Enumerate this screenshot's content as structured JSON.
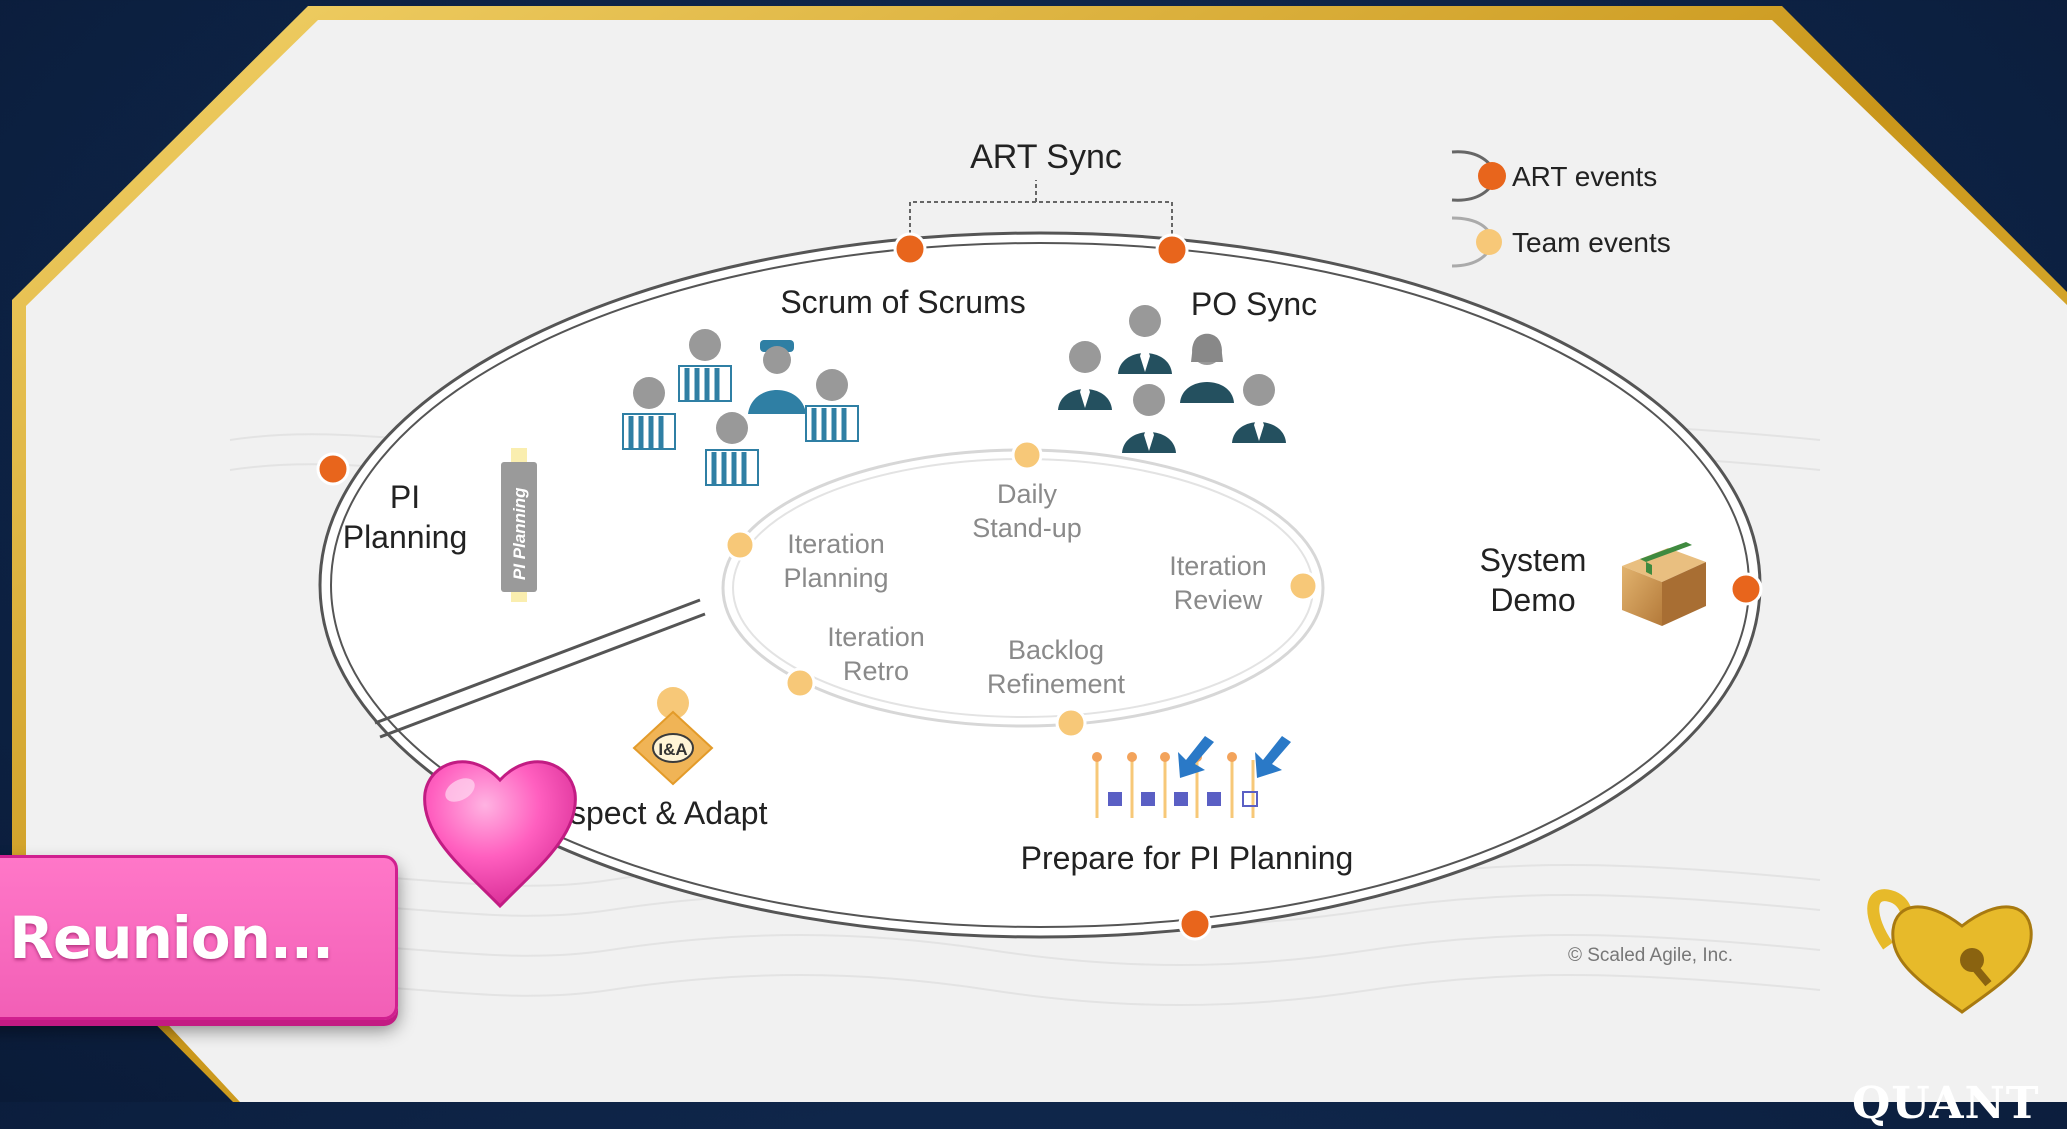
{
  "diagram": {
    "art_sync": "ART Sync",
    "legend": {
      "art_events": "ART events",
      "team_events": "Team events"
    },
    "events": {
      "scrum_of_scrums": "Scrum of Scrums",
      "po_sync": "PO Sync",
      "pi_planning_line1": "PI",
      "pi_planning_line2": "Planning",
      "pi_planning_tag": "PI Planning",
      "system_demo_line1": "System",
      "system_demo_line2": "Demo",
      "inspect_adapt": "spect & Adapt",
      "ia_badge": "I&A",
      "prepare_pi_planning": "Prepare for PI Planning"
    },
    "team_events": {
      "daily_line1": "Daily",
      "daily_line2": "Stand-up",
      "iteration_planning_line1": "Iteration",
      "iteration_planning_line2": "Planning",
      "iteration_review_line1": "Iteration",
      "iteration_review_line2": "Review",
      "iteration_retro_line1": "Iteration",
      "iteration_retro_line2": "Retro",
      "backlog_line1": "Backlog",
      "backlog_line2": "Refinement"
    },
    "copyright": "© Scaled Agile, Inc.",
    "colors": {
      "art_event_dot": "#e8651c",
      "team_event_dot": "#f7c878",
      "frame_gold": "#d4a11e"
    }
  },
  "overlay": {
    "banner_text": "e Reunion...",
    "brand_text": "QUANT",
    "heart_color": "#ff5fbf",
    "background": "#0e2447"
  }
}
